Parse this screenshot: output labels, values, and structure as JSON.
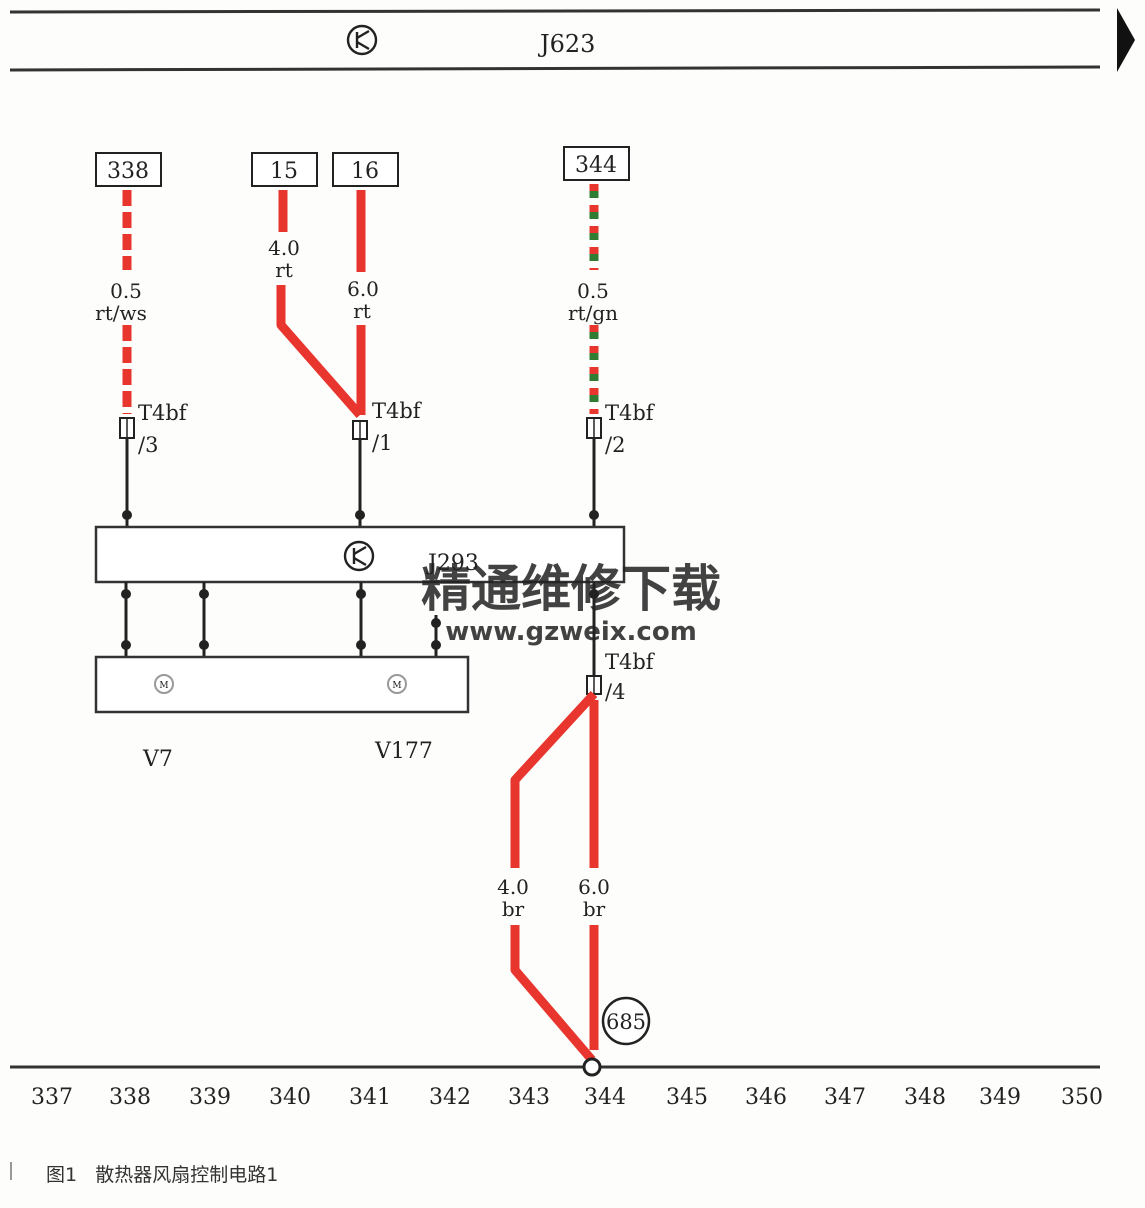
{
  "top_unit": {
    "label": "J623"
  },
  "control_unit": {
    "label": "J293"
  },
  "motors": [
    {
      "label": "V7"
    },
    {
      "label": "V177"
    }
  ],
  "terminals": [
    {
      "label": "338"
    },
    {
      "label": "15"
    },
    {
      "label": "16"
    },
    {
      "label": "344"
    }
  ],
  "ground_point": {
    "label": "685"
  },
  "wires": [
    {
      "size": "0.5",
      "color_code": "rt/ws",
      "colors": [
        "#e8352e",
        "#ffffff"
      ]
    },
    {
      "size": "4.0",
      "color_code": "rt",
      "colors": [
        "#e8352e"
      ]
    },
    {
      "size": "6.0",
      "color_code": "rt",
      "colors": [
        "#e8352e"
      ]
    },
    {
      "size": "0.5",
      "color_code": "rt/gn",
      "colors": [
        "#e8352e",
        "#2e7d32"
      ]
    },
    {
      "size": "4.0",
      "color_code": "br",
      "colors": [
        "#e8352e"
      ]
    },
    {
      "size": "6.0",
      "color_code": "br",
      "colors": [
        "#e8352e"
      ]
    }
  ],
  "connectors": [
    {
      "name": "T4bf",
      "pin": "/3"
    },
    {
      "name": "T4bf",
      "pin": "/1"
    },
    {
      "name": "T4bf",
      "pin": "/2"
    },
    {
      "name": "T4bf",
      "pin": "/4"
    }
  ],
  "ruler": [
    "337",
    "338",
    "339",
    "340",
    "341",
    "342",
    "343",
    "344",
    "345",
    "346",
    "347",
    "348",
    "349",
    "350"
  ],
  "watermark": {
    "line1": "精通维修下载",
    "line2": "www.gzweix.com",
    "color": "#f5a98a"
  },
  "caption": {
    "figure": "图1",
    "title": "散热器风扇控制电路1"
  }
}
